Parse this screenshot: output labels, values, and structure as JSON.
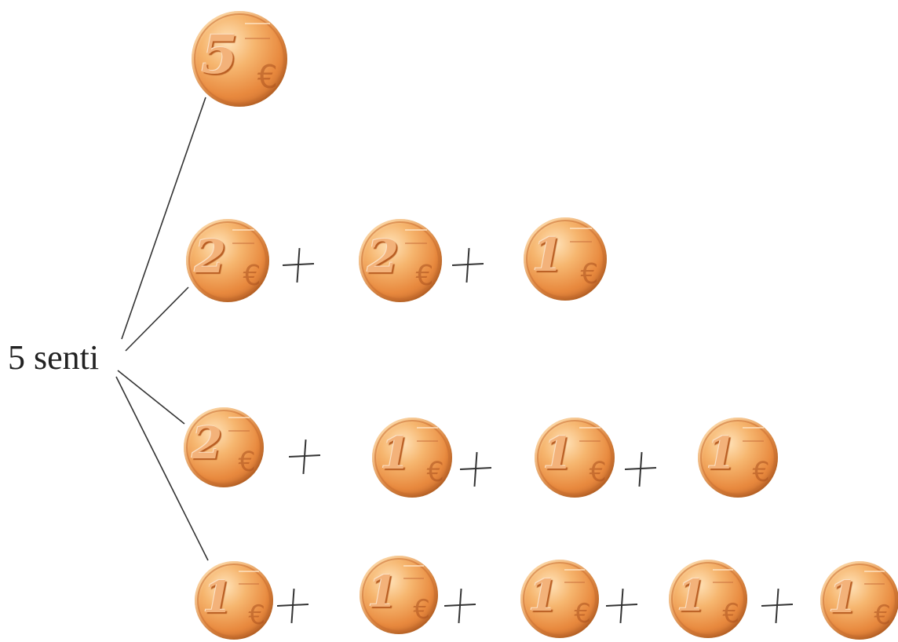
{
  "root_label": "5 senti",
  "branches": [
    {
      "coins": [
        5
      ]
    },
    {
      "coins": [
        2,
        2,
        1
      ]
    },
    {
      "coins": [
        2,
        1,
        1,
        1
      ]
    },
    {
      "coins": [
        1,
        1,
        1,
        1,
        1
      ]
    }
  ],
  "colors": {
    "line": "#333333",
    "text": "#222222",
    "coin": "#e8893e"
  }
}
